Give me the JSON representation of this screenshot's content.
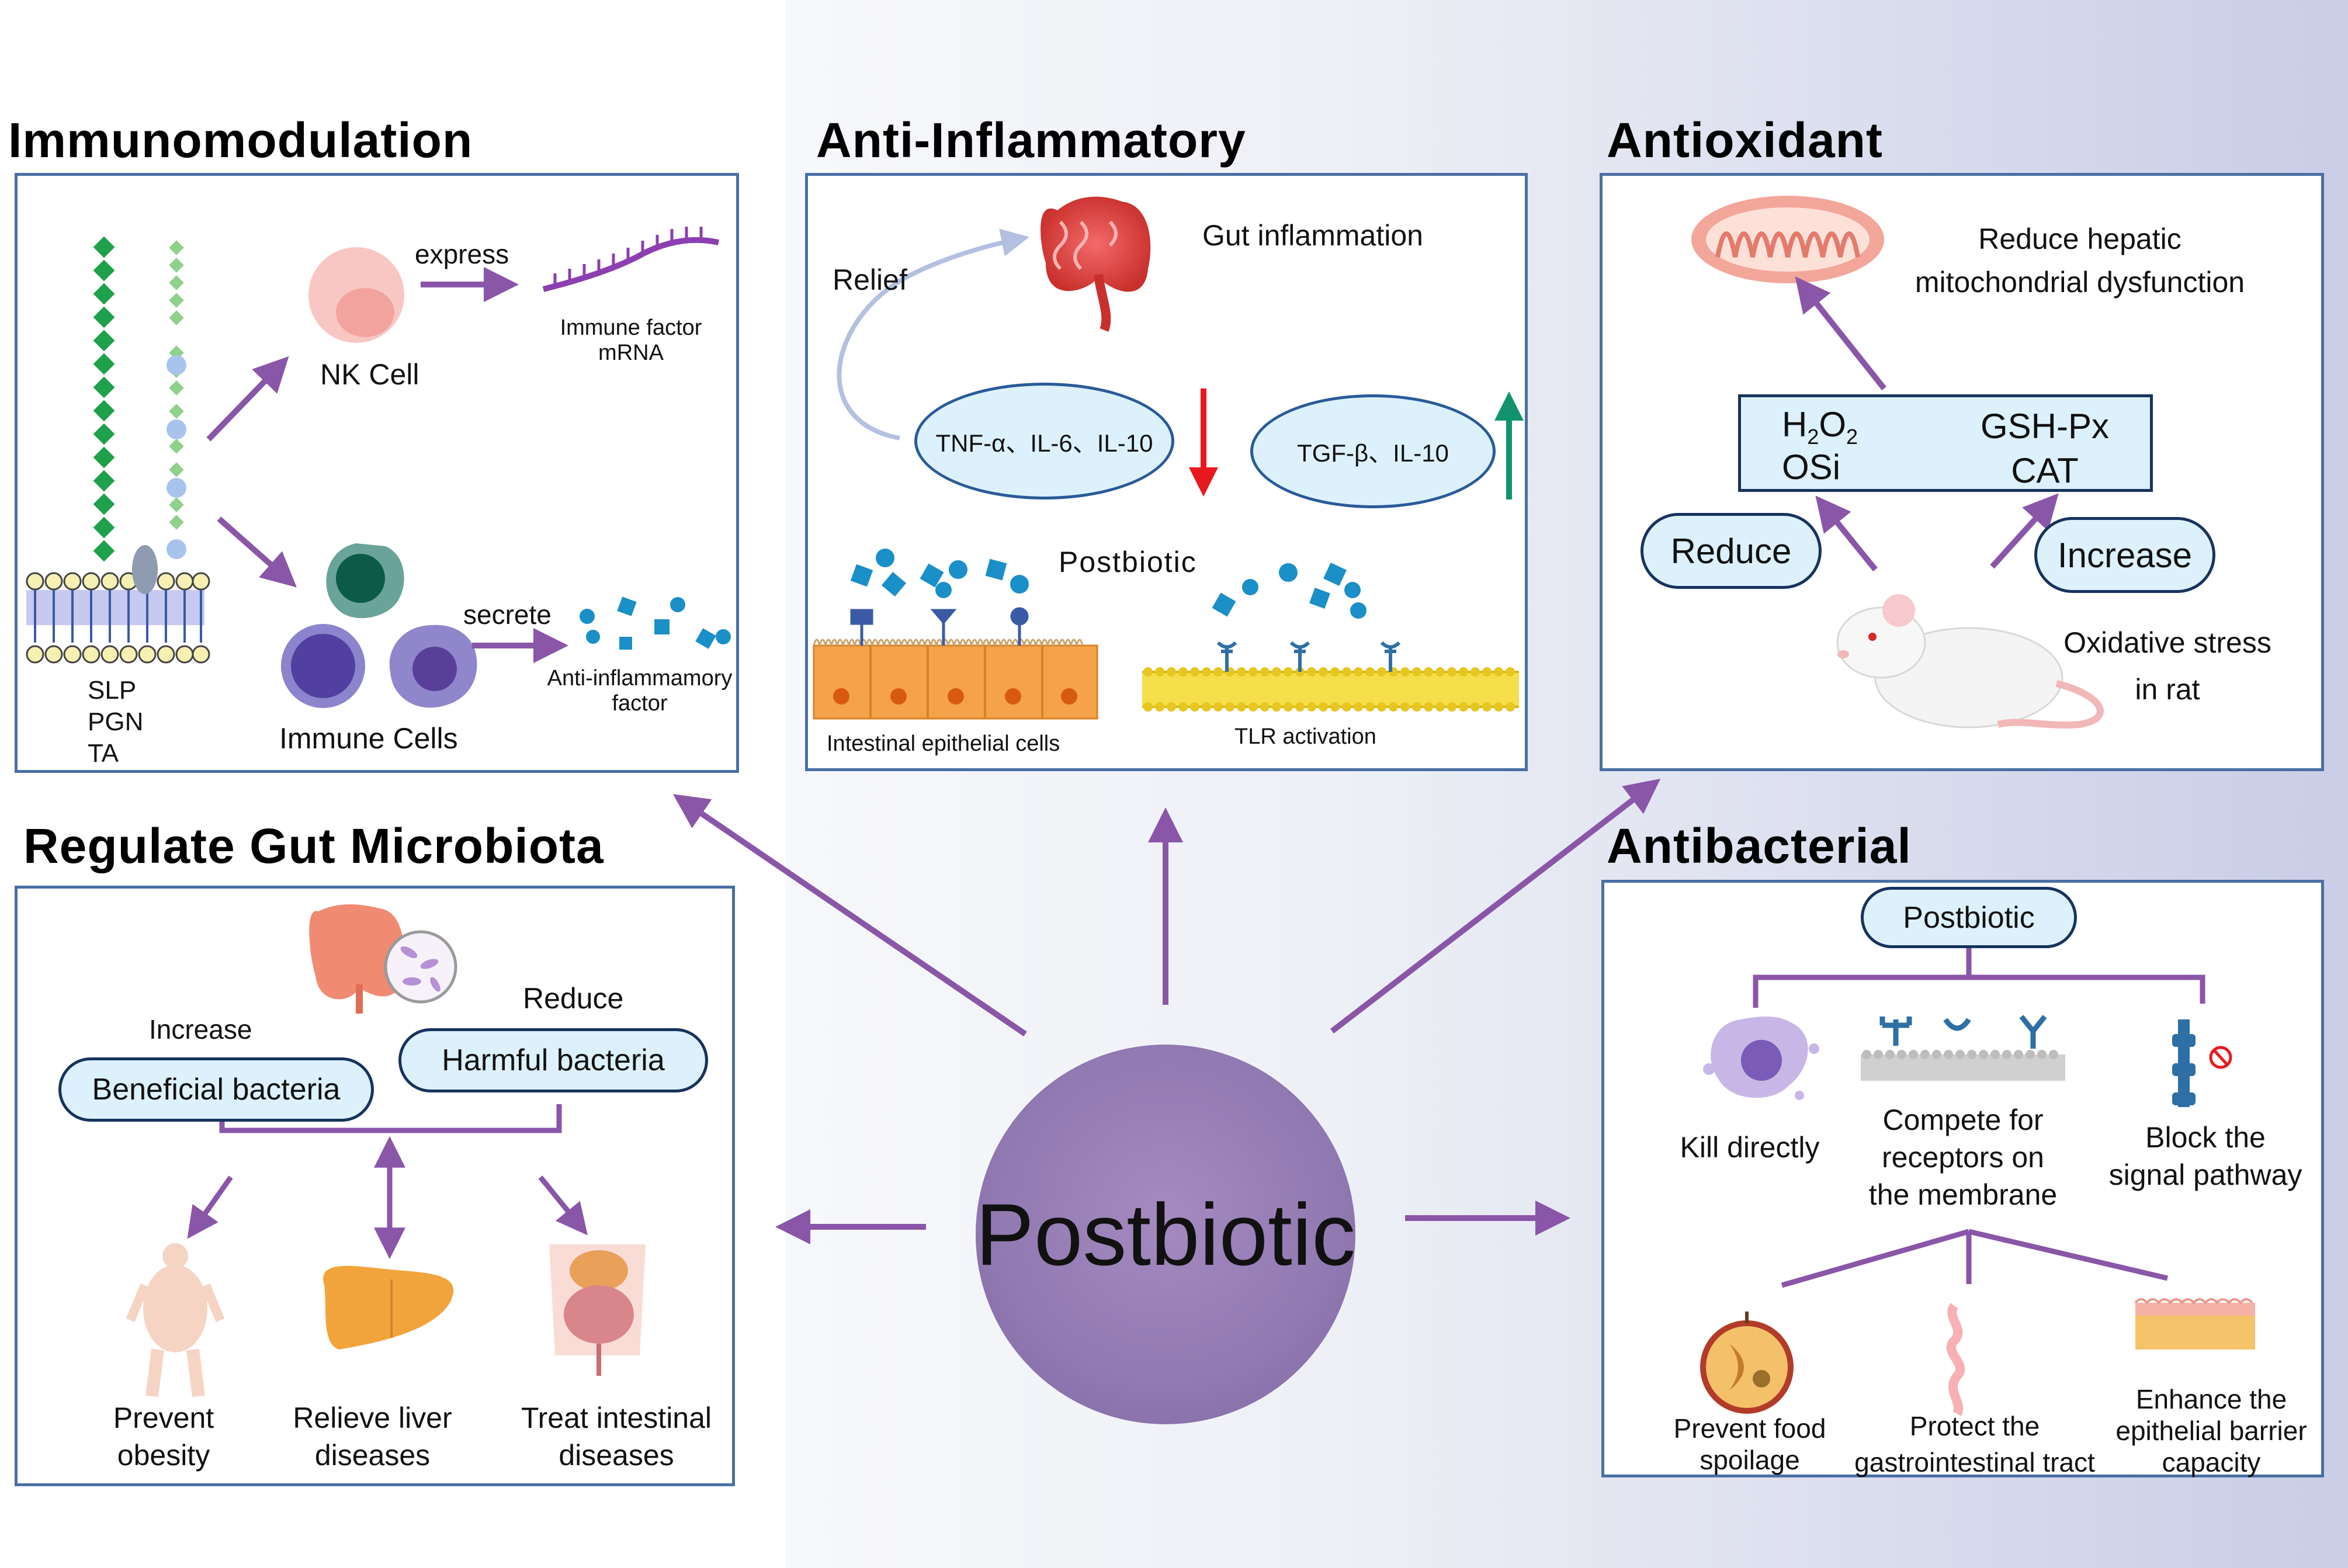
{
  "center": {
    "label": "Postbiotic"
  },
  "immunomodulation": {
    "title": "Immunomodulation",
    "express": "express",
    "nk_cell": "NK Cell",
    "immune_factor_mrna": [
      "Immune factor",
      "mRNA"
    ],
    "secrete": "secrete",
    "anti_inflammatory_factor": [
      "Anti-inflammamory",
      "factor"
    ],
    "immune_cells": "Immune Cells",
    "wall_components": [
      "SLP",
      "PGN",
      "TA"
    ]
  },
  "anti_inflammatory": {
    "title": "Anti-Inflammatory",
    "gut_inflammation": "Gut inflammation",
    "relief": "Relief",
    "down_cytokines": "TNF-α、IL-6、IL-10",
    "up_cytokines": "TGF-β、IL-10",
    "postbiotic": "Postbiotic",
    "epithelial_cells": "Intestinal epithelial cells",
    "tlr_activation": "TLR activation"
  },
  "antioxidant": {
    "title": "Antioxidant",
    "reduce_hepatic": [
      "Reduce hepatic",
      "mitochondrial dysfunction"
    ],
    "markers_left": {
      "h": "H",
      "sub1": "2",
      "o": "O",
      "sub2": "2",
      "osi": "OSi"
    },
    "markers_right": [
      "GSH-Px",
      "CAT"
    ],
    "reduce": "Reduce",
    "increase": "Increase",
    "oxidative_stress": [
      "Oxidative stress",
      "in rat"
    ]
  },
  "gut_microbiota": {
    "title": "Regulate Gut Microbiota",
    "increase": "Increase",
    "reduce": "Reduce",
    "beneficial": "Beneficial bacteria",
    "harmful": "Harmful bacteria",
    "outcomes": [
      [
        "Prevent",
        "obesity"
      ],
      [
        "Relieve liver",
        "diseases"
      ],
      [
        "Treat intestinal",
        "diseases"
      ]
    ]
  },
  "antibacterial": {
    "title": "Antibacterial",
    "postbiotic": "Postbiotic",
    "mechanisms": [
      [
        "Kill directly"
      ],
      [
        "Compete for",
        "receptors on",
        "the membrane"
      ],
      [
        "Block the",
        "signal pathway"
      ]
    ],
    "effects": [
      [
        "Prevent food",
        "spoilage"
      ],
      [
        "Protect the",
        "gastrointestinal tract"
      ],
      [
        "Enhance the",
        "epithelial barrier",
        "capacity"
      ]
    ]
  },
  "colors": {
    "arrow": "#8a56a8",
    "panel_border": "#4a6fa5",
    "pill_fill": "#dcf1fb",
    "center_fill": "#9179b1",
    "down_arrow": "#e8191c",
    "up_arrow": "#12936d"
  }
}
